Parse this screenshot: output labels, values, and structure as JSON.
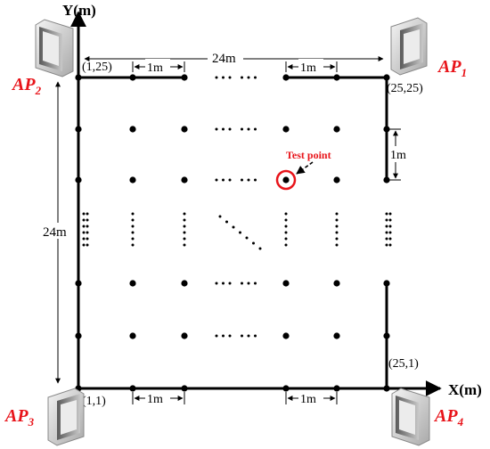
{
  "axes": {
    "y_label": "Y(m)",
    "x_label": "X(m)"
  },
  "corner_labels": {
    "top_left": "(1,25)",
    "top_right": "(25,25)",
    "bottom_left": "(1,1)",
    "right_lower": "(25,1)"
  },
  "dimensions": {
    "width_label": "24m",
    "height_label": "24m",
    "spacing_label": "1m"
  },
  "access_points": [
    {
      "id": "ap1",
      "base": "AP",
      "sub": "1"
    },
    {
      "id": "ap2",
      "base": "AP",
      "sub": "2"
    },
    {
      "id": "ap3",
      "base": "AP",
      "sub": "3"
    },
    {
      "id": "ap4",
      "base": "AP",
      "sub": "4"
    }
  ],
  "test_point": {
    "label": "Test point",
    "color": "#e8141a"
  },
  "colors": {
    "ap_label": "#e8141a",
    "grid": "#000000"
  }
}
